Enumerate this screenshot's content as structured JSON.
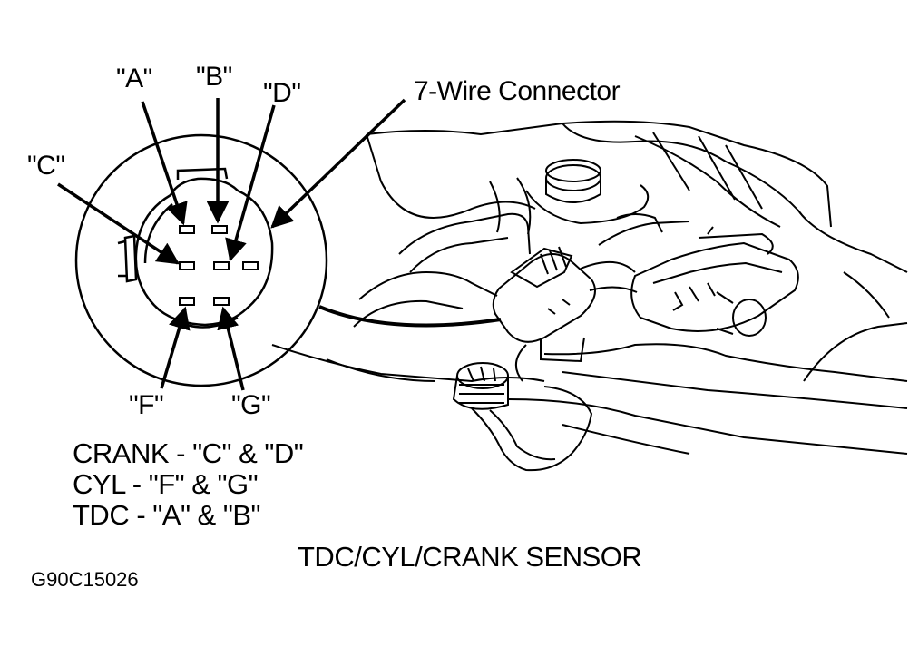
{
  "pins": {
    "a": "\"A\"",
    "b": "\"B\"",
    "c": "\"C\"",
    "d": "\"D\"",
    "f": "\"F\"",
    "g": "\"G\""
  },
  "connector_label": "7-Wire Connector",
  "legend": [
    "CRANK - \"C\" & \"D\"",
    "CYL - \"F\" & \"G\"",
    "TDC - \"A\" & \"B\""
  ],
  "caption": "TDC/CYL/CRANK SENSOR",
  "figure_code": "G90C15026"
}
